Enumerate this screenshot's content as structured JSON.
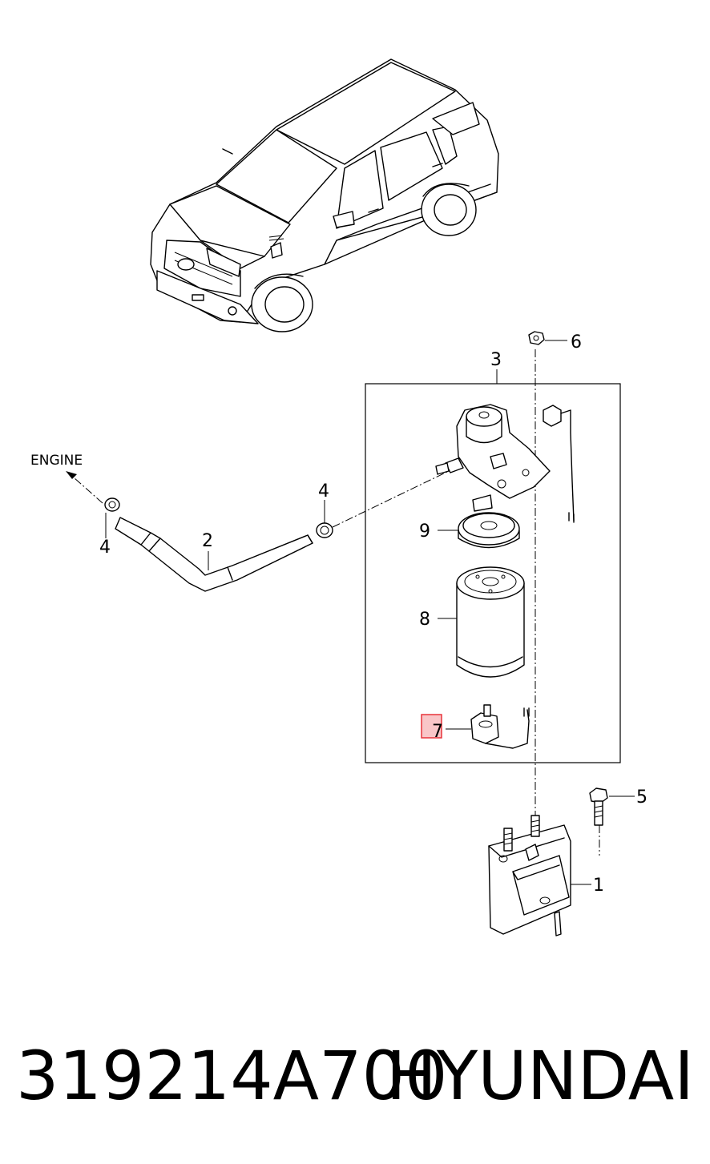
{
  "footer": {
    "part_number": "319214A700",
    "brand": "HYUNDAI"
  },
  "diagram": {
    "direction_label": "ENGINE",
    "callouts": {
      "c1": "1",
      "c2": "2",
      "c3": "3",
      "c4_left": "4",
      "c4_right": "4",
      "c5": "5",
      "c6": "6",
      "c7": "7",
      "c8": "8",
      "c9": "9"
    },
    "highlight_color": "#e8343a",
    "highlighted_callout": "7"
  }
}
